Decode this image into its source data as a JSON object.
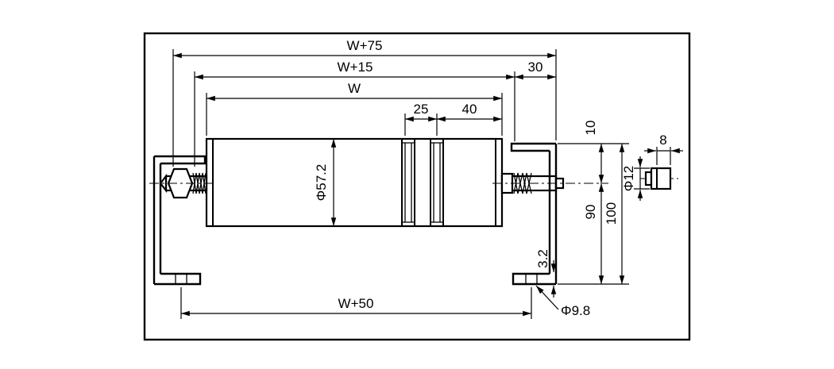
{
  "drawing": {
    "colors": {
      "ink": "#000000",
      "background": "#ffffff"
    },
    "dims": {
      "overall_length": "W+75",
      "inner_length": "W+15",
      "roller_face_width": "W",
      "right_extension": "30",
      "groove_pitch": "25",
      "groove_end_offset": "40",
      "roller_diameter": "Φ57.2",
      "axis_from_top": "10",
      "axis_from_base": "90",
      "bracket_height": "100",
      "pin_length": "8",
      "pin_diameter": "Φ12",
      "plate_thickness": "3.2",
      "hole_pitch": "W+50",
      "hole_diameter": "Φ9.8"
    }
  }
}
